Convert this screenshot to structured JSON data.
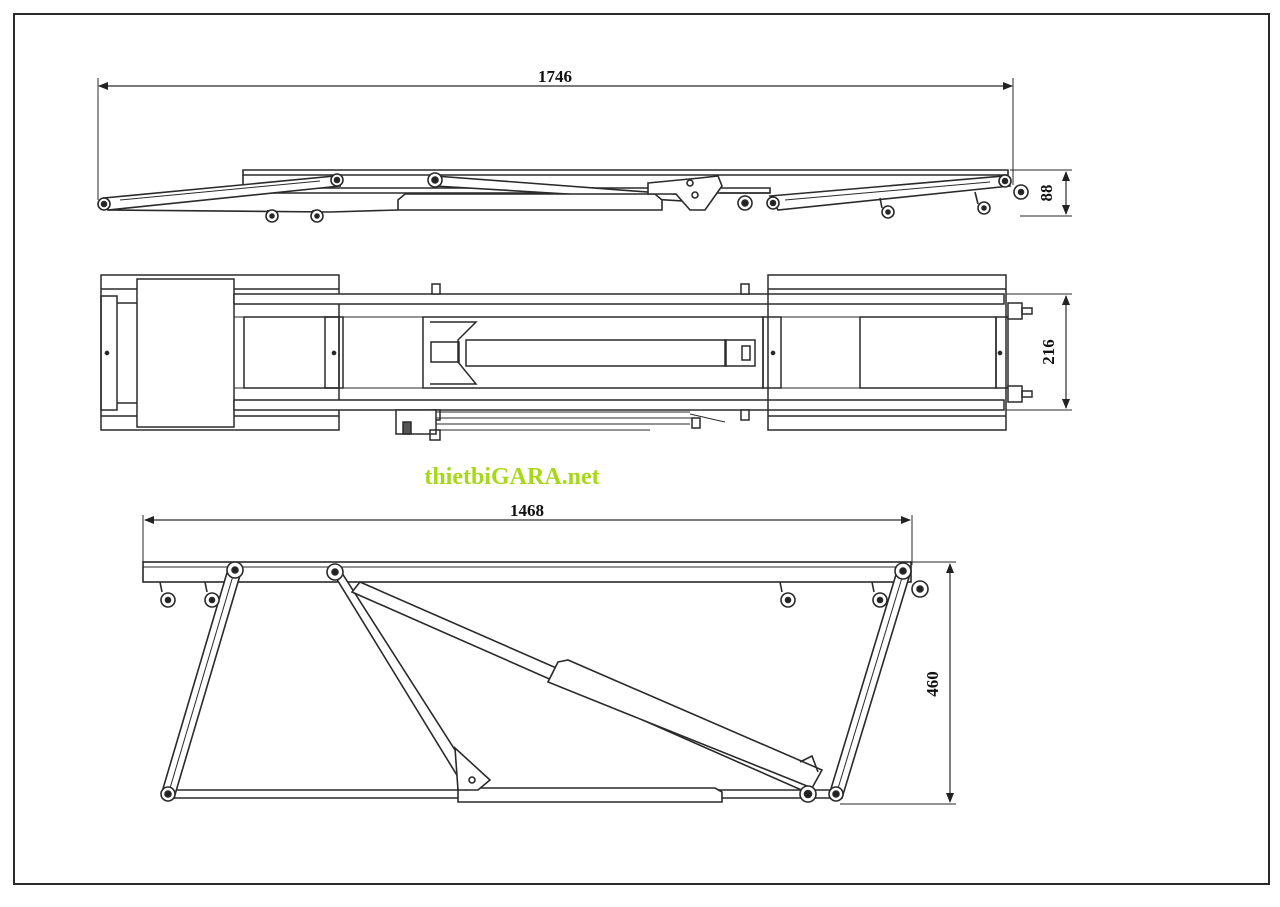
{
  "drawing": {
    "dimensions": {
      "overall_length_collapsed": "1746",
      "collapsed_height": "88",
      "frame_width": "216",
      "platform_length_raised": "1468",
      "raised_height": "460"
    },
    "watermark": "thietbiGARA.net",
    "colors": {
      "line": "#2a2a2a",
      "watermark": "#a6d818",
      "background": "#ffffff"
    }
  }
}
